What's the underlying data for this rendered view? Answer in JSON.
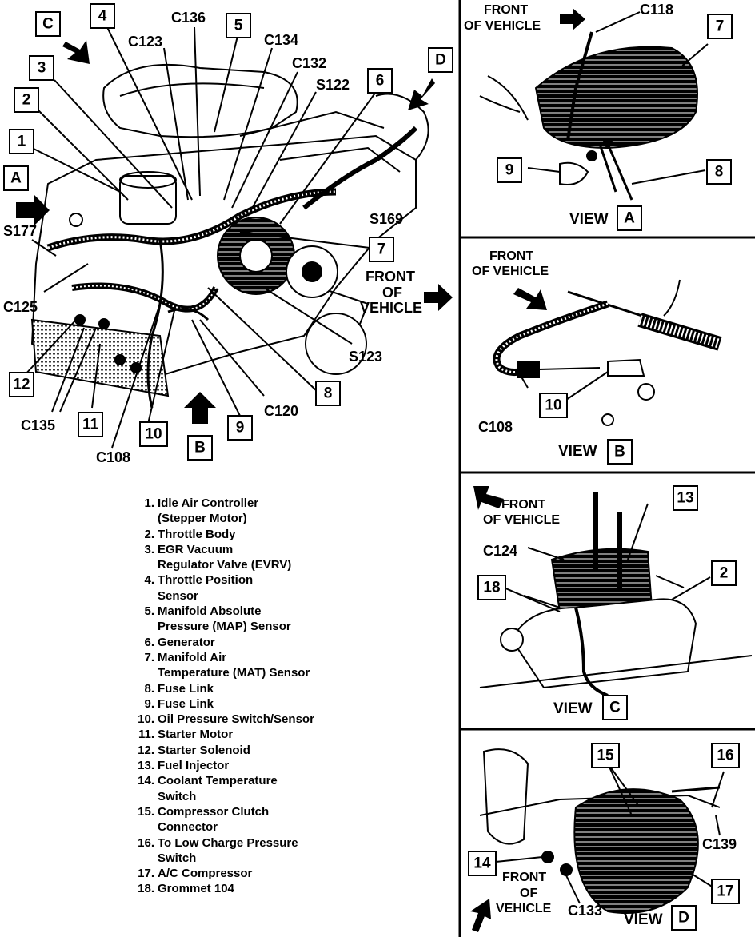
{
  "callouts": {
    "A": "A",
    "B": "B",
    "C": "C",
    "D": "D",
    "n1": "1",
    "n2": "2",
    "n3": "3",
    "n4": "4",
    "n5": "5",
    "n6": "6",
    "n7": "7",
    "n8": "8",
    "n9": "9",
    "n10": "10",
    "n11": "11",
    "n12": "12",
    "n13": "13",
    "n14": "14",
    "n15": "15",
    "n16": "16",
    "n17": "17",
    "n18": "18"
  },
  "connectors": {
    "c136": "C136",
    "c123": "C123",
    "c134": "C134",
    "c132": "C132",
    "s122": "S122",
    "s169": "S169",
    "s177": "S177",
    "c125": "C125",
    "c135": "C135",
    "c108": "C108",
    "c120": "C120",
    "s123": "S123",
    "c118": "C118",
    "c124": "C124",
    "c133": "C133",
    "c139": "C139"
  },
  "front_label_line1": "FRONT",
  "front_label_line2": "OF",
  "front_label_line3": "VEHICLE",
  "front_of_vehicle": "FRONT OF VEHICLE",
  "front_split_1": "FRONT",
  "front_split_2": "OF VEHICLE",
  "view_word": "VIEW",
  "legend": [
    {
      "num": "1.",
      "lines": [
        "Idle Air Controller",
        "(Stepper Motor)"
      ]
    },
    {
      "num": "2.",
      "lines": [
        "Throttle Body"
      ]
    },
    {
      "num": "3.",
      "lines": [
        "EGR Vacuum",
        "Regulator Valve (EVRV)"
      ]
    },
    {
      "num": "4.",
      "lines": [
        "Throttle Position",
        "Sensor"
      ]
    },
    {
      "num": "5.",
      "lines": [
        "Manifold Absolute",
        "Pressure (MAP) Sensor"
      ]
    },
    {
      "num": "6.",
      "lines": [
        "Generator"
      ]
    },
    {
      "num": "7.",
      "lines": [
        "Manifold Air",
        "Temperature (MAT) Sensor"
      ]
    },
    {
      "num": "8.",
      "lines": [
        "Fuse Link"
      ]
    },
    {
      "num": "9.",
      "lines": [
        "Fuse Link"
      ]
    },
    {
      "num": "10.",
      "lines": [
        "Oil Pressure Switch/Sensor"
      ]
    },
    {
      "num": "11.",
      "lines": [
        "Starter Motor"
      ]
    },
    {
      "num": "12.",
      "lines": [
        "Starter Solenoid"
      ]
    },
    {
      "num": "13.",
      "lines": [
        "Fuel Injector"
      ]
    },
    {
      "num": "14.",
      "lines": [
        "Coolant Temperature",
        "Switch"
      ]
    },
    {
      "num": "15.",
      "lines": [
        "Compressor Clutch",
        "Connector"
      ]
    },
    {
      "num": "16.",
      "lines": [
        "To Low Charge Pressure",
        "Switch"
      ]
    },
    {
      "num": "17.",
      "lines": [
        "A/C Compressor"
      ]
    },
    {
      "num": "18.",
      "lines": [
        "Grommet 104"
      ]
    }
  ]
}
